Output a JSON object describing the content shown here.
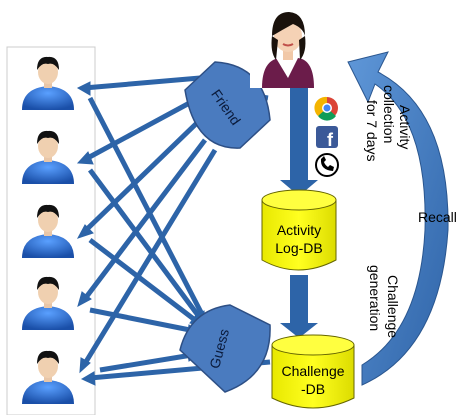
{
  "labels": {
    "friend": "Friend",
    "guess": "Guess",
    "activity_db_line1": "Activity",
    "activity_db_line2": "Log-DB",
    "challenge_db_line1": "Challenge",
    "challenge_db_line2": "-DB",
    "collection_line1": "Activity",
    "collection_line2": "collection",
    "collection_line3": "for 7 days",
    "recall": "Recall",
    "challenge_gen_line1": "Challenge",
    "challenge_gen_line2": "generation"
  },
  "icons": [
    "chrome-icon",
    "facebook-icon",
    "phone-icon"
  ],
  "colors": {
    "arrow": "#2d64a8",
    "curved_arrow": "#3e79c0",
    "db_fill": "#f5f500",
    "gate_fill": "#4a7bbf",
    "user_body": "#2a6fd0"
  },
  "user_count": 5
}
